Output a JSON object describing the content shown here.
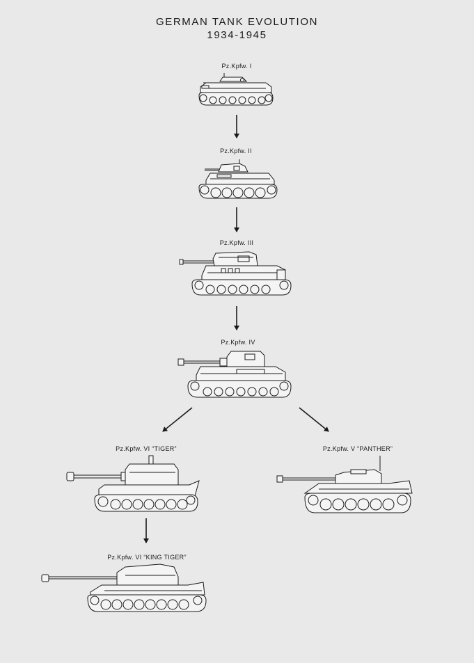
{
  "header": {
    "title": "GERMAN TANK EVOLUTION",
    "subtitle": "1934-1945"
  },
  "tanks": [
    {
      "id": "pzkpfw-1",
      "label": "Pz.Kpfw. I"
    },
    {
      "id": "pzkpfw-2",
      "label": "Pz.Kpfw. II"
    },
    {
      "id": "pzkpfw-3",
      "label": "Pz.Kpfw. III"
    },
    {
      "id": "pzkpfw-4",
      "label": "Pz.Kpfw. IV"
    },
    {
      "id": "pzkpfw-6-tiger",
      "label": "Pz.Kpfw. VI “TIGER”"
    },
    {
      "id": "pzkpfw-5-panther",
      "label": "Pz.Kpfw. V “PANTHER”"
    },
    {
      "id": "pzkpfw-6-king-tiger",
      "label": "Pz.Kpfw. VI “KING TIGER”"
    }
  ],
  "edges": [
    {
      "from": "pzkpfw-1",
      "to": "pzkpfw-2"
    },
    {
      "from": "pzkpfw-2",
      "to": "pzkpfw-3"
    },
    {
      "from": "pzkpfw-3",
      "to": "pzkpfw-4"
    },
    {
      "from": "pzkpfw-4",
      "to": "pzkpfw-6-tiger"
    },
    {
      "from": "pzkpfw-4",
      "to": "pzkpfw-5-panther"
    },
    {
      "from": "pzkpfw-6-tiger",
      "to": "pzkpfw-6-king-tiger"
    }
  ],
  "colors": {
    "background": "#e9e9e9",
    "line": "#1a1a1a",
    "fill": "#f4f4f4"
  }
}
